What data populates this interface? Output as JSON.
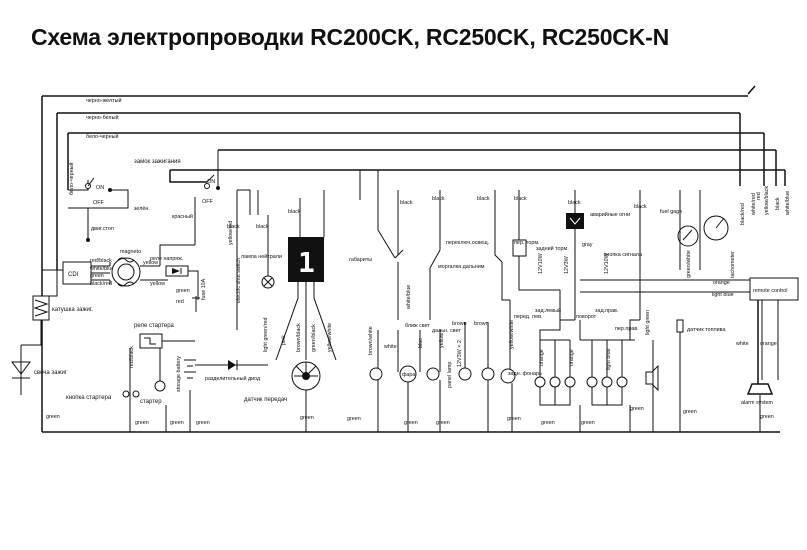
{
  "title": "Схема электропроводки RC200CK, RC250CK, RC250CK-N",
  "labels": {
    "black_yellow": "черно-желтый",
    "black_white": "черно-белый",
    "white_black": "бело-черный",
    "ignition_lock": "замок зажигания",
    "on1": "ON",
    "off1": "OFF",
    "on2": "ON",
    "off2": "OFF",
    "green_ru": "зелён.",
    "engine_stop": "двиг.стоп",
    "red_ru": "красный",
    "cdi": "CDI",
    "magneto": "magneto",
    "red_black": "red/black",
    "white_blue": "white/blue",
    "green1": "green",
    "black_red": "black/red",
    "yellow1": "yellow",
    "voltage_reg": "реле напряж.",
    "yellow2": "yellow",
    "green2": "green",
    "red1": "red",
    "fuse": "fuse 10A",
    "ignition_coil": "катушка зажиг.",
    "spark_plug": "свеча зажиг",
    "starter_button": "кнопка стартера",
    "starter_relay": "реле стартера",
    "starter": "стартер",
    "storage_battery": "storage battery",
    "green3": "green",
    "green4": "green",
    "green5": "green",
    "green6": "green",
    "green7": "green",
    "green8": "green",
    "green9": "green",
    "green10": "green",
    "green11": "green",
    "green12": "green",
    "green13": "green",
    "green14": "green",
    "green15": "green",
    "green16": "green",
    "separating_diode": "разделительный диод",
    "gear_sensor": "датчик передач",
    "neutral_lamp": "лампа нейтрали",
    "yellow_red": "yellow/red",
    "yellow_green": "yellow/green",
    "electric_shut_switch": "electric shut switch",
    "black1": "black",
    "black2": "black",
    "black3": "black",
    "black4": "black",
    "black5": "black",
    "black6": "black",
    "black7": "black",
    "black8": "black",
    "black9": "black",
    "light_green_red": "light green/red",
    "pink": "pink",
    "brown_black": "brown/black",
    "green_black": "green/black",
    "yellow_white": "yellow/white",
    "display_digit": "1",
    "dimensions": "габариты",
    "high_beam_toggle": "переключ.освещ.",
    "blink_flasher": "моргалка дальним",
    "low_beam": "ближ свет",
    "high_beam": "дальн. свет",
    "brown_white": "brown/white",
    "white1": "white",
    "blue1": "blue",
    "white_blue2": "white/blue",
    "yellow3": "yellow",
    "brown1": "brown",
    "brown2": "brown",
    "yellow_white2": "yellow/white",
    "front_brake": "пер. торм.",
    "rear_brake": "задний торм.",
    "hazard": "аварийные огни",
    "gray": "gray",
    "horn_button": "кнопка сигнала",
    "rating1": "12V10W",
    "rating2": "12V3W",
    "rating3": "12V10W",
    "rating4": "12V3W × 2",
    "headlamp": "фара",
    "panel_lamp": "panel lamp",
    "rear_lamp": "задн. фонарь",
    "front_left": "перед. лев.",
    "rear_left": "зад.левый",
    "turns": "поворот",
    "rear_right": "зад.прав.",
    "front_right": "пер.прав.",
    "orange1": "orange",
    "orange2": "orange",
    "light_blue1": "light blue",
    "light_green": "light green",
    "fuel_gage": "fuel gage",
    "tachometer": "tachometer",
    "black_red2": "black/red",
    "white_red": "white/red",
    "red2": "red",
    "yellow_black": "yellow/black",
    "black10": "black",
    "white_blue3": "white/blue",
    "green_white": "green/white",
    "orange3": "orange",
    "light_blue2": "light blue",
    "remote_control": "remote control",
    "fuel_sensor": "датчик топлива",
    "white2": "white",
    "orange4": "orange",
    "alarm_system": "alarm system"
  }
}
